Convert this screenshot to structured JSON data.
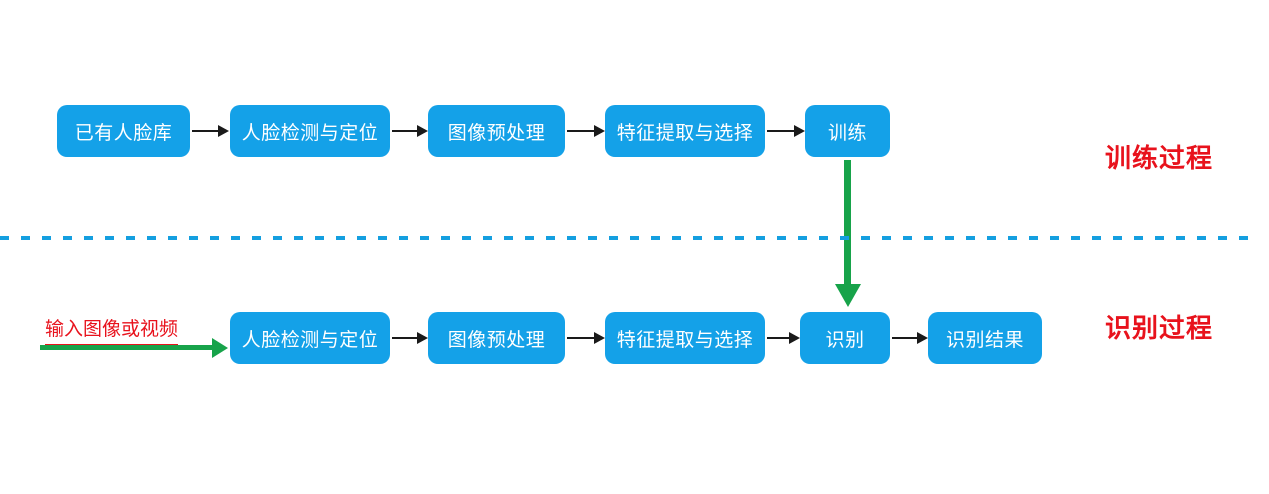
{
  "colors": {
    "box-blue": "#14a1e8",
    "red": "#e8121c",
    "green": "#17a34a",
    "black": "#1a1a1a",
    "dash-blue": "#149fe0"
  },
  "training": {
    "nodes": [
      "已有人脸库",
      "人脸检测与定位",
      "图像预处理",
      "特征提取与选择",
      "训练"
    ],
    "label": "训练过程"
  },
  "recognition": {
    "input_label": "输入图像或视频",
    "nodes": [
      "人脸检测与定位",
      "图像预处理",
      "特征提取与选择",
      "识别",
      "识别结果"
    ],
    "label": "识别过程"
  }
}
